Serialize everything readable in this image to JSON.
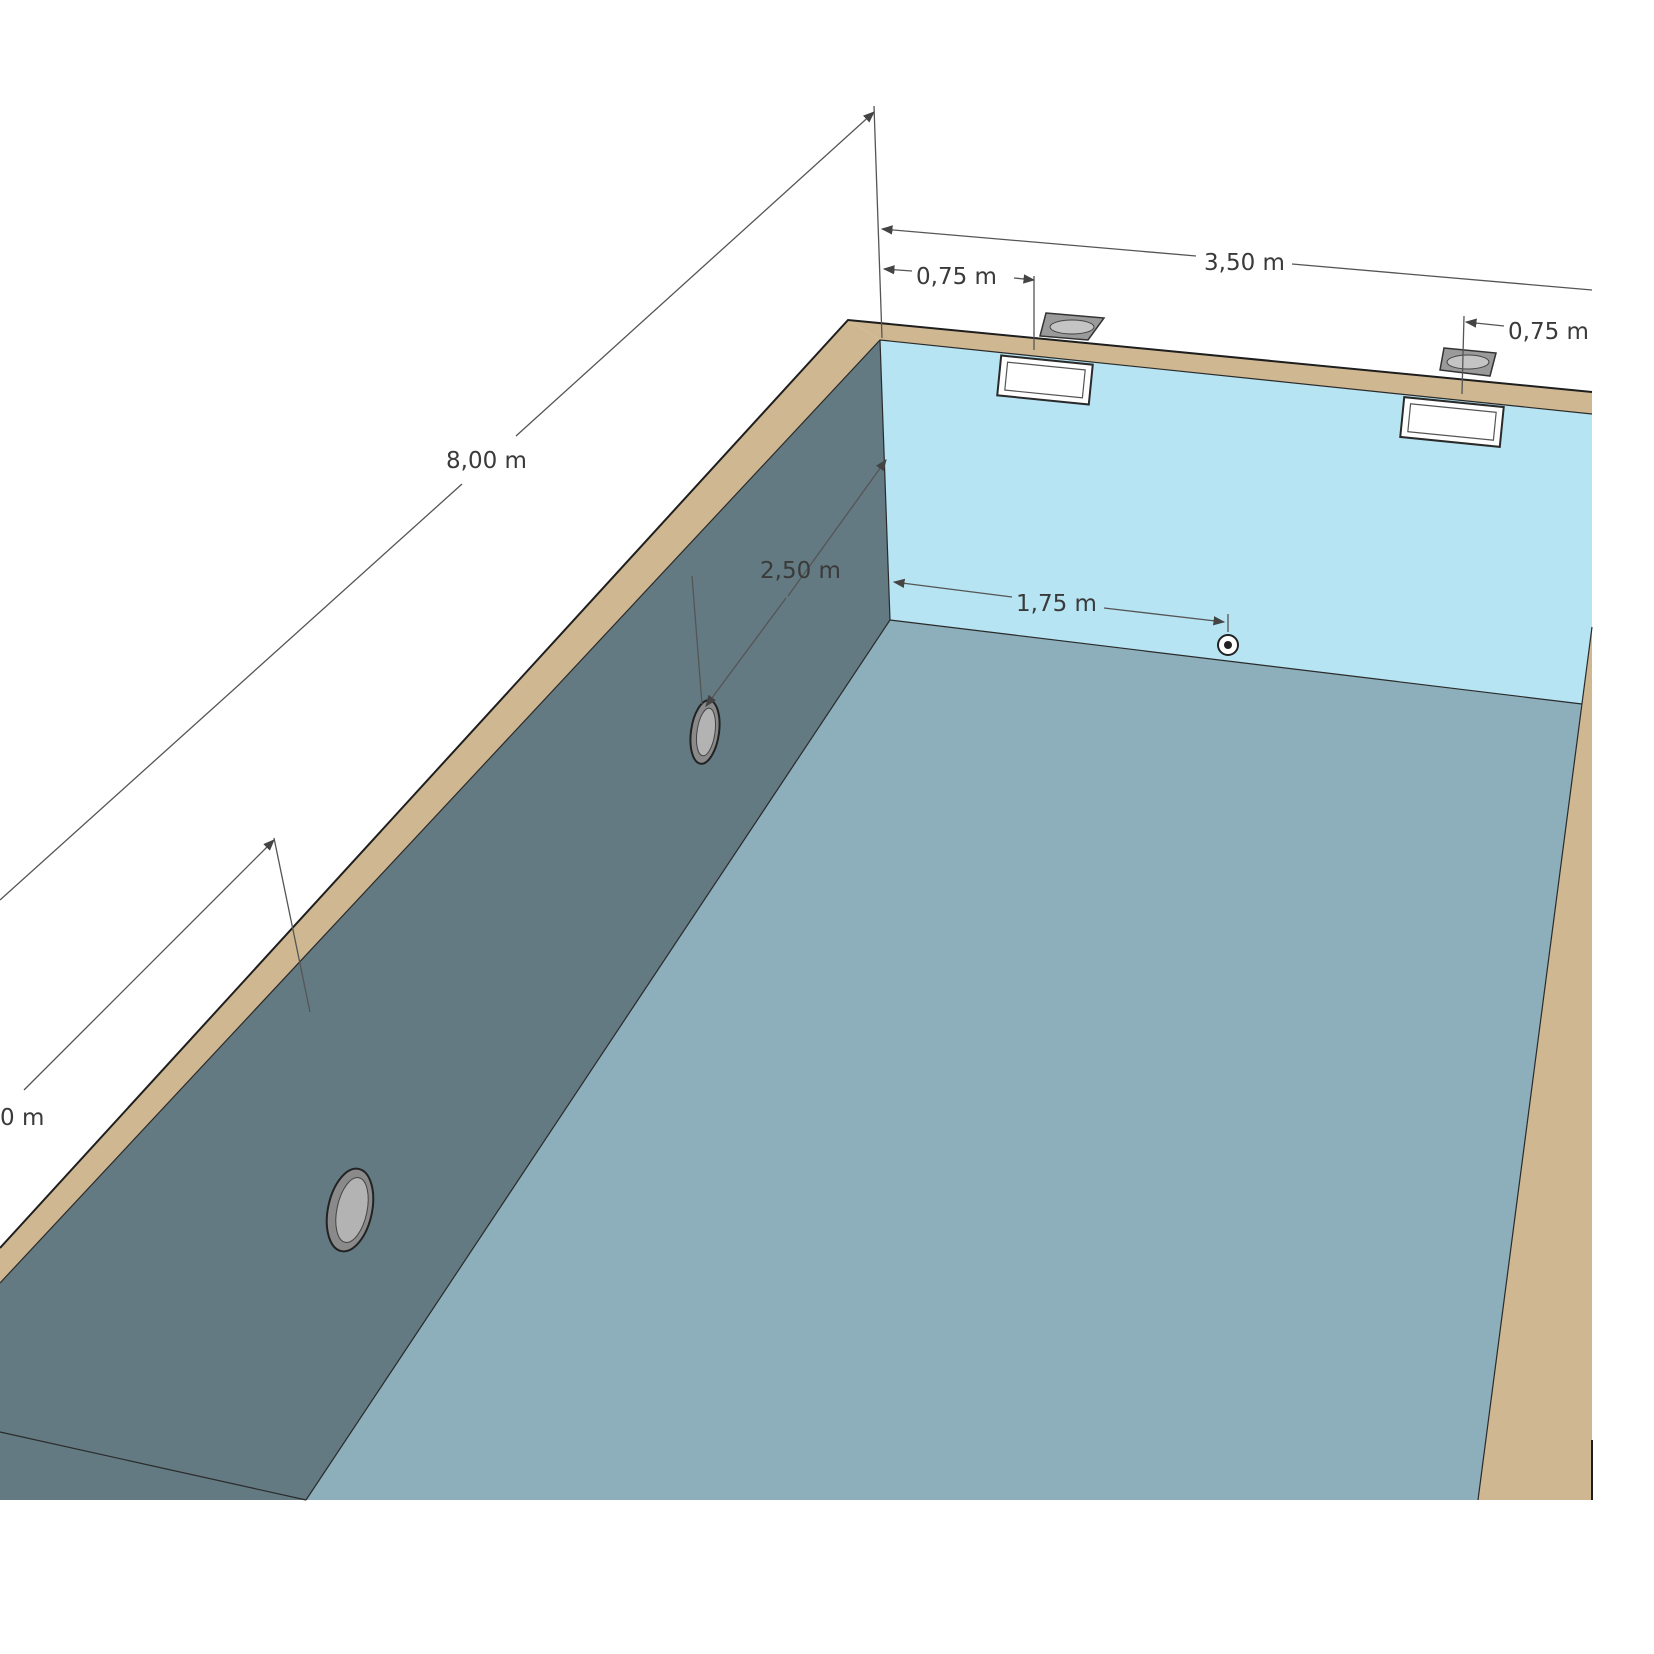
{
  "colors": {
    "background": "#ffffff",
    "coping": "#cfb891",
    "left_wall": "#637a82",
    "back_wall": "#b6e4f3",
    "floor": "#8dafbb",
    "fitting_ring": "#8a8a8a",
    "fitting_face": "#b3b3b3"
  },
  "dimensions": {
    "pool_length": "8,00 m",
    "pool_width": "3,50 m",
    "skimmer_offset_left": "0,75 m",
    "skimmer_offset_right": "0,75 m",
    "light_spacing": "2,50 m",
    "inlet_offset": "1,75 m",
    "partial_label": "0 m"
  },
  "components": {
    "skimmer_icon": "skimmer-icon",
    "light_icon": "wall-light-icon",
    "inlet_icon": "return-inlet-icon"
  }
}
